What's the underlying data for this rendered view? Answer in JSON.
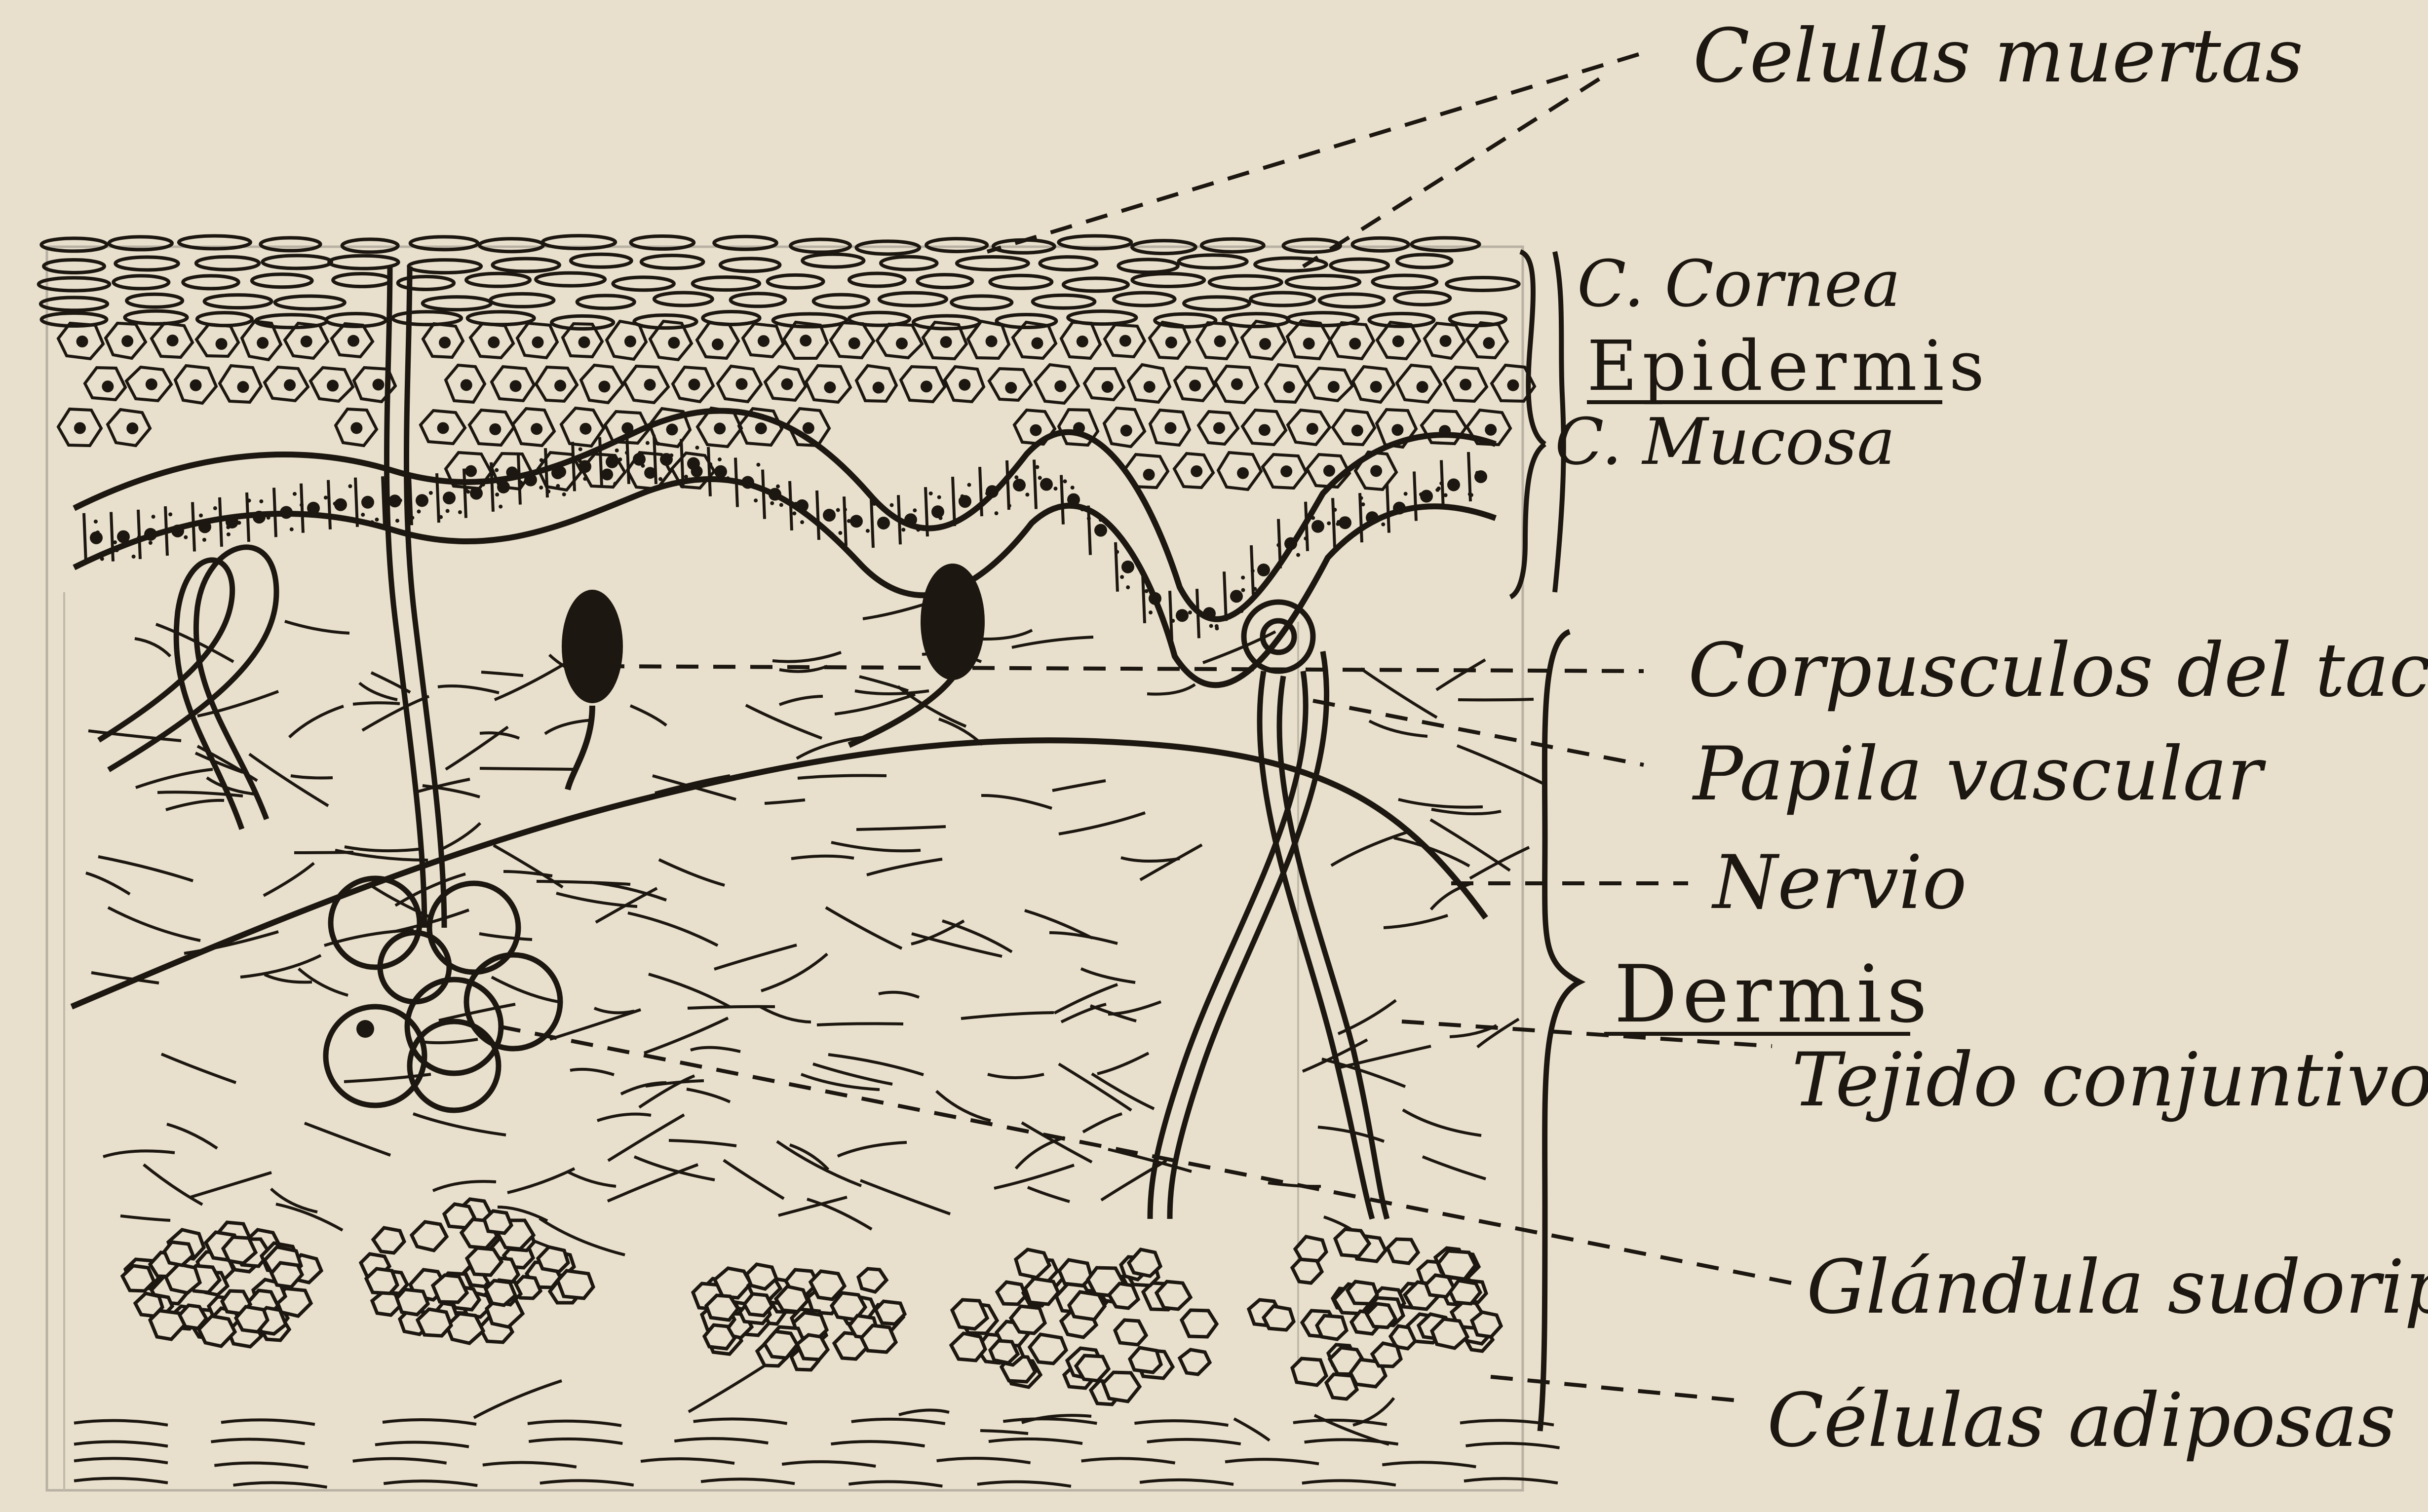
{
  "labels": {
    "dead_cells": "Celulas muertas",
    "horny_layer": "C. Cornea",
    "epidermis": "Epidermis",
    "mucous_layer": "C. Mucosa",
    "touch_corpuscles": "Corpusculos del tacto",
    "vascular_papilla": "Papila vascular",
    "nerve": "Nervio",
    "dermis": "Dermis",
    "connective_tissue": "Tejido conjuntivo",
    "sweat_gland": "Glándula sudoripara",
    "fat_cells": "Células adiposas"
  },
  "colors": {
    "paper": "#e8dfcc",
    "ink": "#1c1710",
    "pencil": "#b9b1a3"
  }
}
